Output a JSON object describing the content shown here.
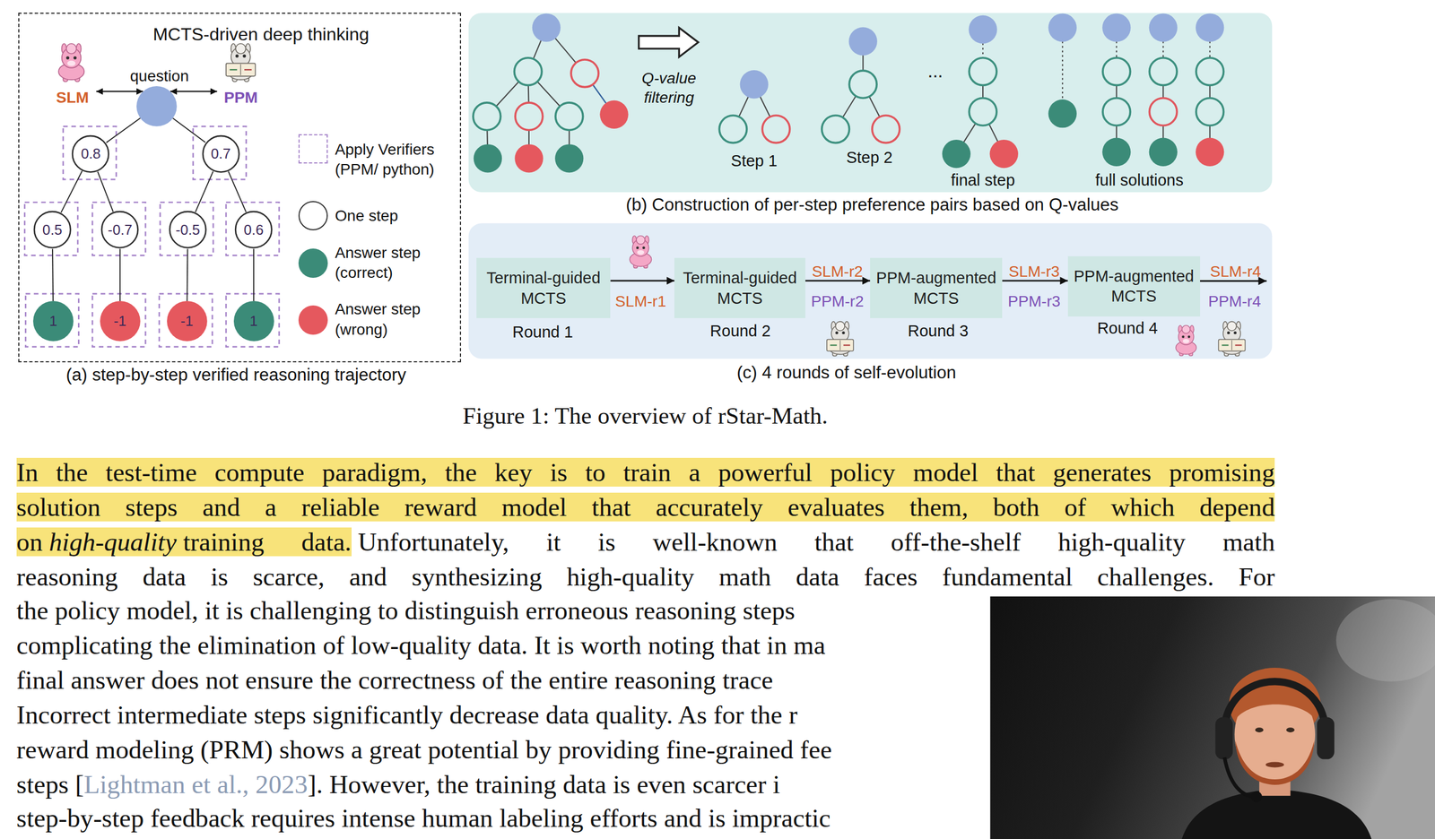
{
  "diagram": {
    "caption": "Figure 1: The overview of rStar-Math.",
    "nodes": [
      {
        "text": [
          "MCTS-driven deep thinking"
        ]
      },
      {
        "text": [
          "SLM"
        ],
        "in": 0
      },
      {
        "text": [
          "question"
        ],
        "in": 0
      },
      {
        "text": [
          "PPM"
        ],
        "in": 0
      },
      {
        "text": [
          "0.8"
        ],
        "in": 0
      },
      {
        "text": [
          "0.7"
        ],
        "in": 0
      },
      {
        "text": [
          "0.5"
        ],
        "in": 0
      },
      {
        "text": [
          "-0.7"
        ],
        "in": 0
      },
      {
        "text": [
          "-0.5"
        ],
        "in": 0
      },
      {
        "text": [
          "0.6"
        ],
        "in": 0
      },
      {
        "text": [
          "1"
        ],
        "in": 0
      },
      {
        "text": [
          "-1"
        ],
        "in": 0
      },
      {
        "text": [
          "-1"
        ],
        "in": 0
      },
      {
        "text": [
          "1"
        ],
        "in": 0
      },
      {
        "text": [
          "Q-value filtering",
          "Step 1",
          "Step 2",
          "...",
          "final step",
          "full solutions"
        ]
      },
      {
        "text": [
          "Round 1",
          "Round 2",
          "Round 3",
          "Round 4",
          "PPM-r2",
          "PPM-r3",
          "SLM-r4",
          "PPM-r4"
        ]
      },
      {
        "text": [
          "Terminal-guided MCTS"
        ],
        "in": 15
      },
      {
        "text": [
          "Terminal-guided MCTS"
        ],
        "in": 15
      },
      {
        "text": [
          "PPM-augmented MCTS"
        ],
        "in": 15
      },
      {
        "text": [
          "PPM-augmented MCTS"
        ],
        "in": 15
      }
    ],
    "edges": [
      {
        "from": 1,
        "to": 2,
        "arrow": "both"
      },
      {
        "from": 2,
        "to": 3,
        "arrow": "both"
      },
      {
        "from": 2,
        "to": 4,
        "arrow": "none"
      },
      {
        "from": 2,
        "to": 5,
        "arrow": "none"
      },
      {
        "from": 4,
        "to": 6,
        "arrow": "none"
      },
      {
        "from": 4,
        "to": 7,
        "arrow": "none"
      },
      {
        "from": 5,
        "to": 8,
        "arrow": "none"
      },
      {
        "from": 5,
        "to": 9,
        "arrow": "none"
      },
      {
        "from": 6,
        "to": 10,
        "arrow": "none"
      },
      {
        "from": 7,
        "to": 11,
        "arrow": "none"
      },
      {
        "from": 8,
        "to": 12,
        "arrow": "none"
      },
      {
        "from": 9,
        "to": 13,
        "arrow": "none"
      },
      {
        "from": 16,
        "to": 17,
        "arrow": "to",
        "label": "SLM-r1"
      },
      {
        "from": 17,
        "to": 18,
        "arrow": "to",
        "label": "SLM-r2"
      },
      {
        "from": 18,
        "to": 19,
        "arrow": "to",
        "label": "SLM-r3"
      }
    ],
    "labels": [
      "(a) step-by-step verified reasoning trajectory",
      "(b) Construction of per-step preference pairs based on Q-values",
      "(c) 4 rounds of self-evolution",
      "In the test-time compute paradigm, the key is to train a powerful policy model that generates promising",
      "solution steps and a reliable reward model that accurately evaluates them, both of which depend",
      "on",
      "high-quality",
      "training data.",
      "Unfortunately, it is well-known that off-the-shelf high-quality math",
      "reasoning data is scarce, and synthesizing high-quality math data faces fundamental challenges. For",
      "the policy model, it is challenging to distinguish erroneous reasoning steps",
      "complicating the elimination of low-quality data. It is worth noting that in ma",
      "final answer does not ensure the correctness of the entire reasoning trace",
      "Incorrect intermediate steps significantly decrease data quality. As for the r",
      "reward modeling (PRM) shows a great potential by providing fine-grained fee",
      "steps [",
      "Lightman et al., 2023",
      "]. However, the training data is even scarcer i",
      "step-by-step feedback requires intense human labeling efforts and is impractic"
    ],
    "legend": [
      {
        "text": "Apply Verifiers (PPM/ python)"
      },
      {
        "text": "One step"
      },
      {
        "text": "Answer step (correct)",
        "color": "#3b8b78"
      },
      {
        "text": "Answer step (wrong)",
        "color": "#e5585e"
      }
    ]
  }
}
